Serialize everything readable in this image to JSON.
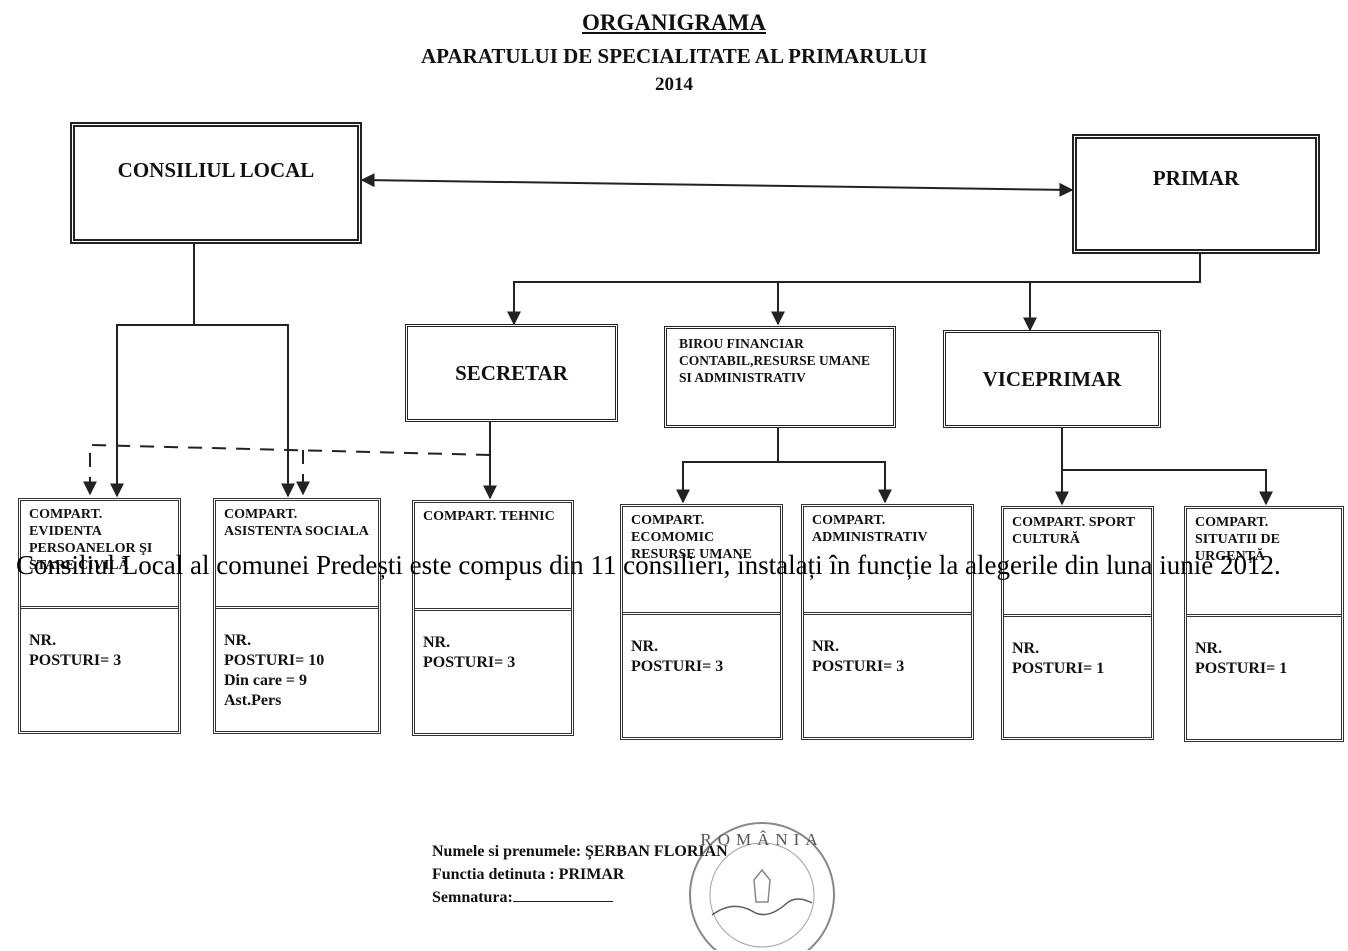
{
  "header": {
    "title": "ORGANIGRAMA",
    "subtitle": "APARATULUI DE SPECIALITATE AL PRIMARULUI",
    "year": "2014"
  },
  "top_boxes": {
    "consiliu": "CONSILIUL LOCAL",
    "primar": "PRIMAR"
  },
  "mid_boxes": {
    "secretar": "SECRETAR",
    "birou": "BIROU FINANCIAR CONTABIL,RESURSE UMANE SI ADMINISTRATIV",
    "viceprimar": "VICEPRIMAR"
  },
  "departments": [
    {
      "title": "COMPART. EVIDENTA PERSOANELOR ŞI STARE CIVILĂ",
      "posts_label": "NR.",
      "posts": "POSTURI= 3",
      "extra": []
    },
    {
      "title": "COMPART. ASISTENTA SOCIALA",
      "posts_label": "NR.",
      "posts": "POSTURI= 10",
      "extra": [
        "Din care = 9",
        "Ast.Pers"
      ]
    },
    {
      "title": "COMPART. TEHNIC",
      "posts_label": "NR.",
      "posts": "POSTURI= 3",
      "extra": []
    },
    {
      "title": "COMPART. ECOMOMIC RESURSE UMANE",
      "posts_label": "NR.",
      "posts": "POSTURI= 3",
      "extra": []
    },
    {
      "title": "COMPART. ADMINISTRATIV",
      "posts_label": "NR.",
      "posts": "POSTURI= 3",
      "extra": []
    },
    {
      "title": "COMPART. SPORT CULTURĂ",
      "posts_label": "NR.",
      "posts": "POSTURI= 1",
      "extra": []
    },
    {
      "title": "COMPART. SITUATII DE URGENŢĂ",
      "posts_label": "NR.",
      "posts": "POSTURI= 1",
      "extra": []
    }
  ],
  "overlay_text": "Consiliul Local al comunei Predești este compus din 11 consilieri, instalați în funcție la alegerile din luna iunie 2012.",
  "signature": {
    "name_line": "Numele si prenumele: ŞERBAN FLORIAN",
    "function_line": "Functia detinuta : PRIMAR",
    "signature_label": "Semnatura:",
    "stamp_text": "ROMÂNIA"
  }
}
